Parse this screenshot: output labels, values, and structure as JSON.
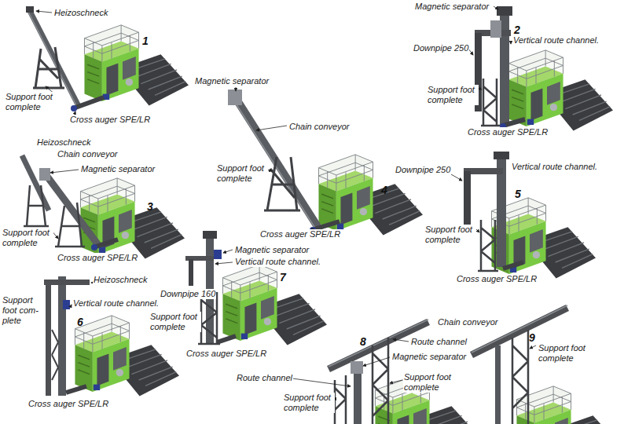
{
  "diagram": {
    "labels": [
      "Heizoschneck",
      "1",
      "Support foot complete",
      "Cross auger SPE/LR",
      "Magnetic separator",
      "2",
      "Downpipe 250",
      "Vertical route channel.",
      "Support foot complete",
      "Cross auger SPE/LR",
      "Magnetic separator",
      "Chain conveyor",
      "Support foot complete",
      "4",
      "Cross auger SPE/LR",
      "Heizoschneck",
      "Chain conveyor",
      "Magnetic separator",
      "3",
      "Support foot complete",
      "Cross auger SPE/LR",
      "Downpipe 250",
      "Vertical route channel.",
      "5",
      "Support foot complete",
      "Cross auger SPE/LR",
      "Magnetic separator",
      "Vertical route channel.",
      "7",
      "Downpipe 160",
      "Support foot complete",
      "Cross auger SPE/LR",
      "Heizoschneck",
      "Support foot com- plete",
      "Vertical route channel.",
      "6",
      "Cross auger SPE/LR",
      "Chain conveyor",
      "Route channel",
      "8",
      "9",
      "Support foot complete",
      "Magnetic separator",
      "Route channel",
      "Support foot complete",
      "Support foot complete"
    ]
  }
}
